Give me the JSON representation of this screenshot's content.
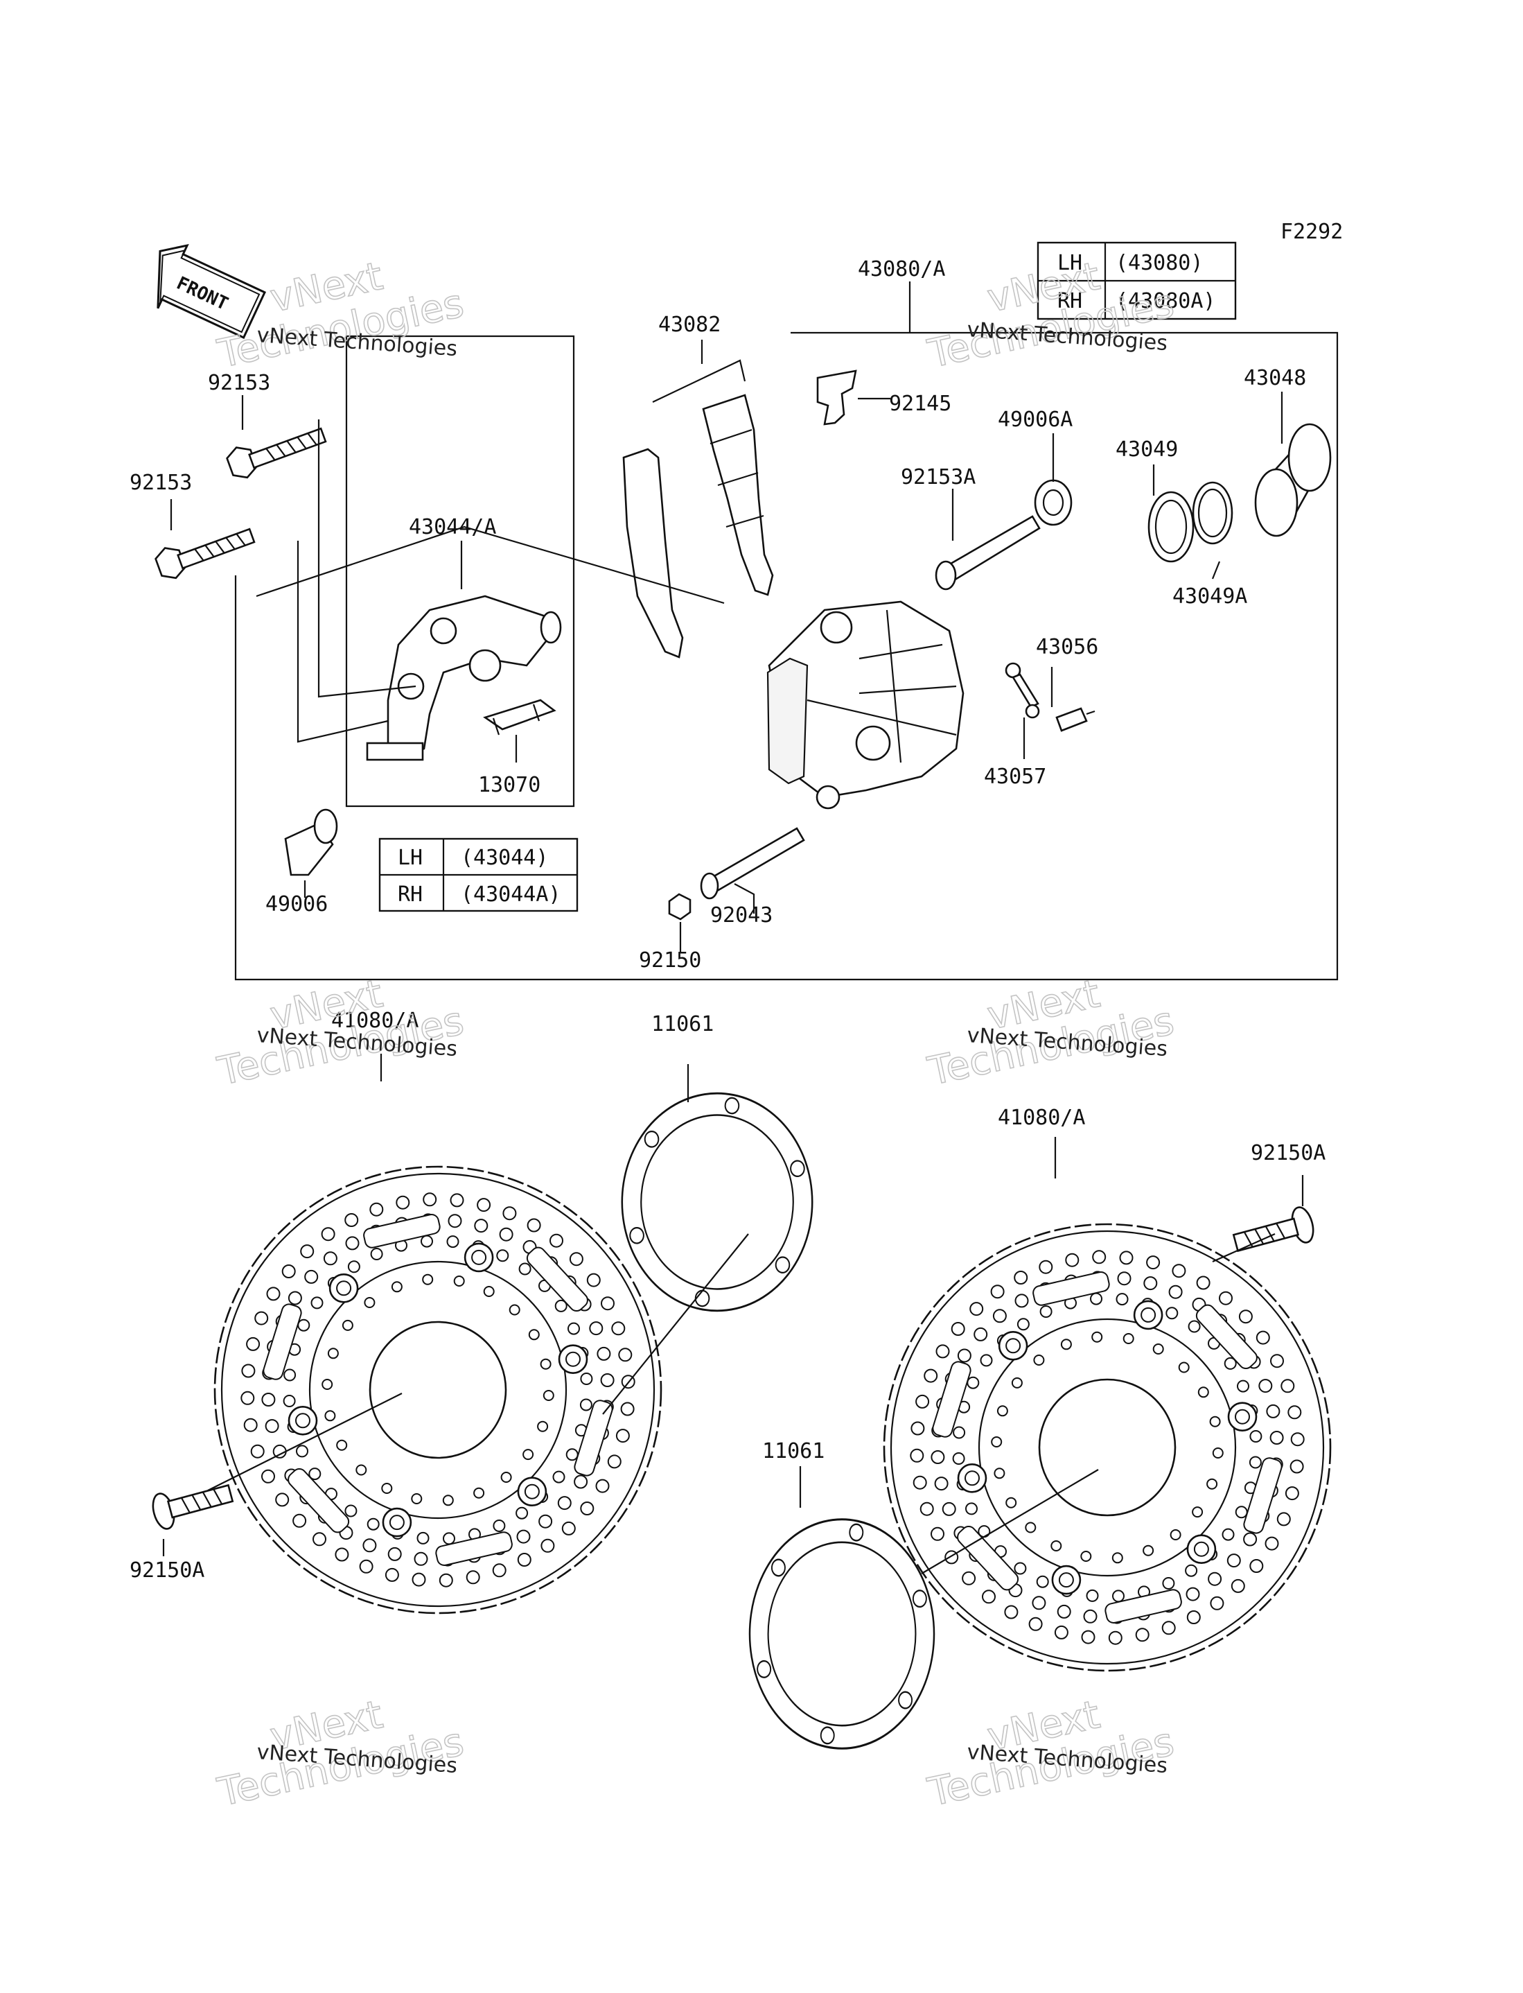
{
  "figure_id": "F2292",
  "front_label": "FRONT",
  "callouts": {
    "p43080A": "43080/A",
    "p43082": "43082",
    "p92145": "92145",
    "p49006A": "49006A",
    "p43049": "43049",
    "p43048": "43048",
    "p92153A": "92153A",
    "p43049A": "43049A",
    "p43056": "43056",
    "p43057": "43057",
    "p92153_top": "92153",
    "p92153_left": "92153",
    "p43044A": "43044/A",
    "p13070": "13070",
    "p49006": "49006",
    "p92043": "92043",
    "p92150": "92150",
    "p41080A_left": "41080/A",
    "p11061_top": "11061",
    "p41080A_right": "41080/A",
    "p92150A_right": "92150A",
    "p11061_bottom": "11061",
    "p92150A_left": "92150A"
  },
  "caliper_table": {
    "rows": [
      {
        "side": "LH",
        "part": "(43080)"
      },
      {
        "side": "RH",
        "part": "(43080A)"
      }
    ]
  },
  "bracket_table": {
    "rows": [
      {
        "side": "LH",
        "part": "(43044)"
      },
      {
        "side": "RH",
        "part": "(43044A)"
      }
    ]
  },
  "watermark": {
    "line1": "vNext Technologies",
    "line2a": "vNext",
    "line2b": "Technologies"
  }
}
